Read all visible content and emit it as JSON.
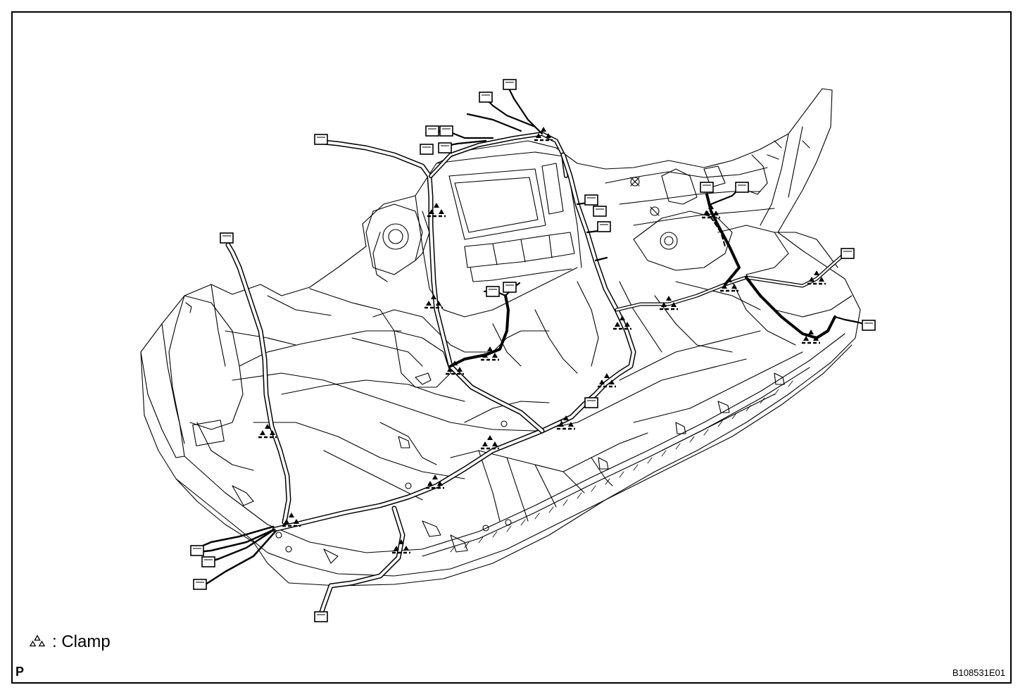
{
  "legend": {
    "symbol_icon": "clamp-triangle-icon",
    "label": ": Clamp"
  },
  "footer": {
    "corner_mark": "P",
    "figure_id": "B108531E01"
  },
  "colors": {
    "line": "#000000",
    "background": "#ffffff"
  }
}
